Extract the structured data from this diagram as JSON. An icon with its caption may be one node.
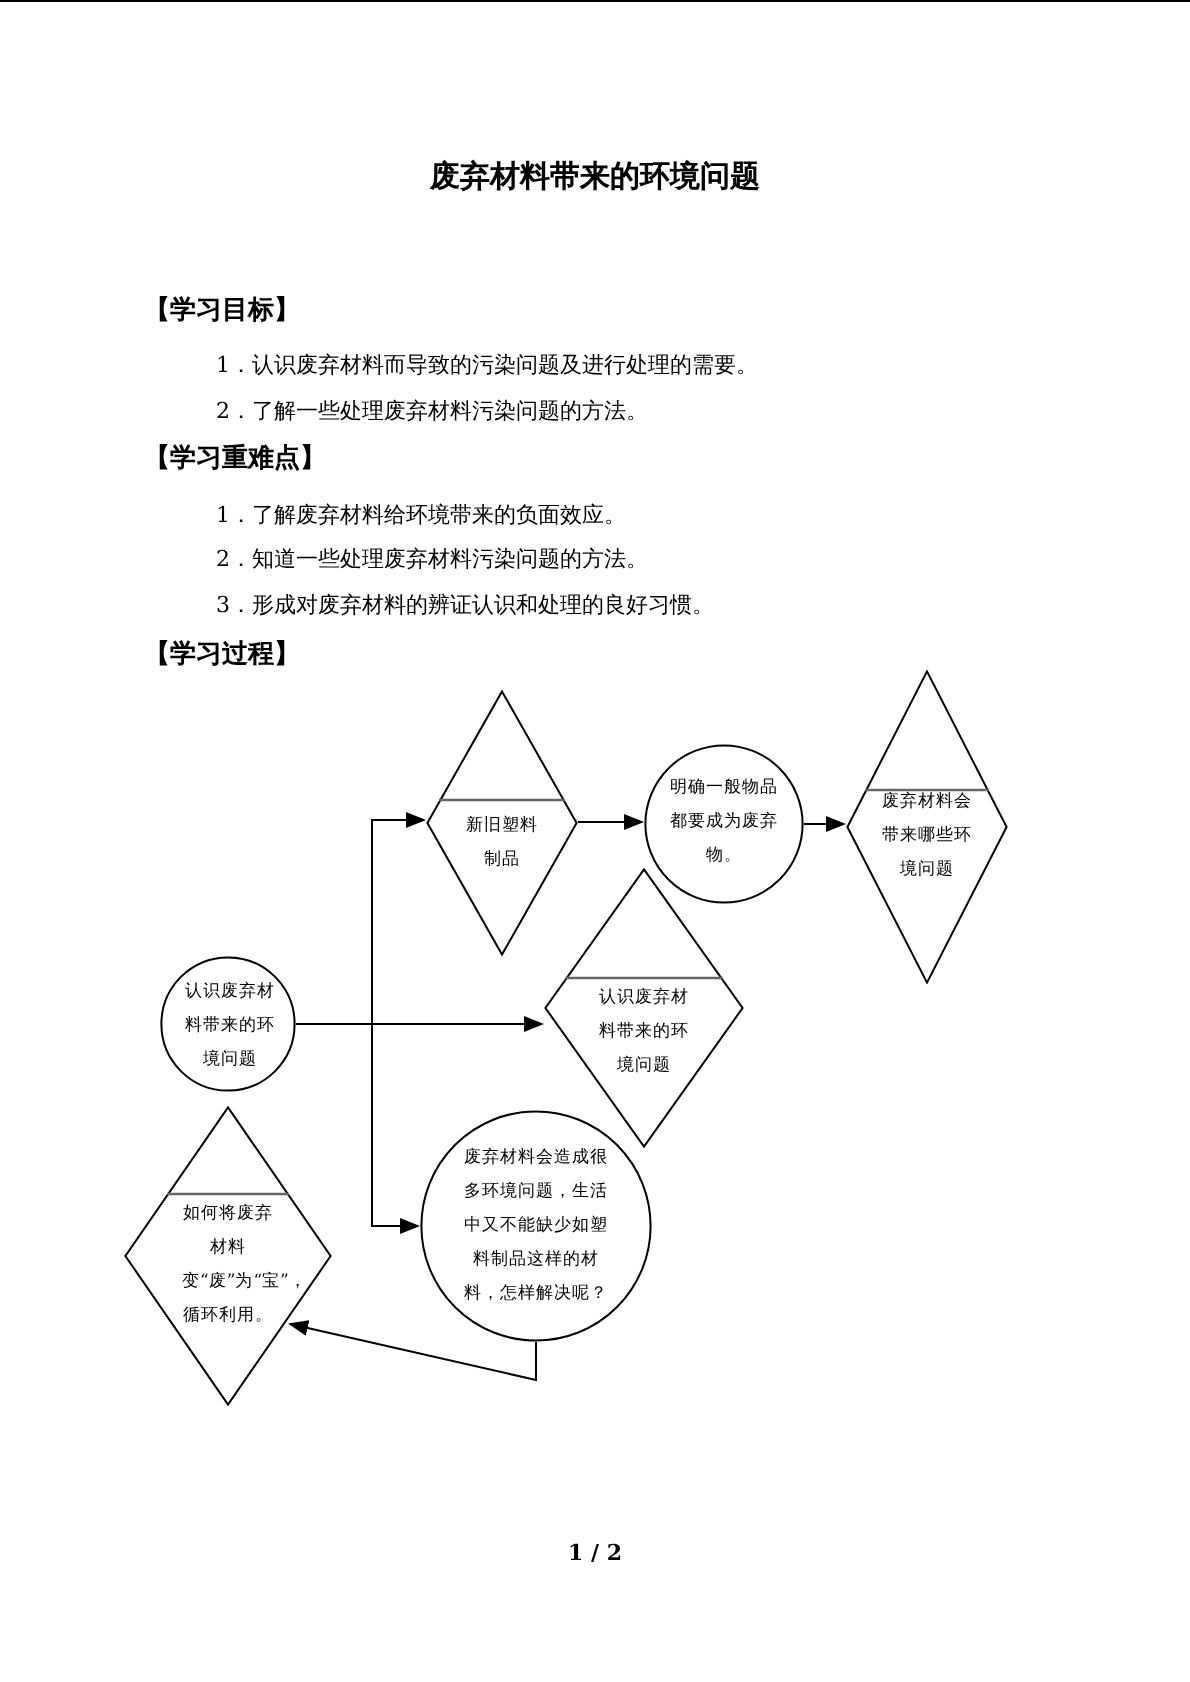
{
  "diagram": {
    "title": "废弃材料带来的环境问题",
    "nodes": [
      {
        "text": [
          "认识废弃材料带来的环境问题"
        ]
      },
      {
        "text": [
          "新旧塑料制品"
        ]
      },
      {
        "text": [
          "明确一般物品都要成为废弃物。"
        ]
      },
      {
        "text": [
          "废弃材料会带来哪些环境问题"
        ]
      },
      {
        "text": [
          "认识废弃材料带来的环境问题"
        ]
      },
      {
        "text": [
          "废弃材料会造成很多环境问题，生活中又不能缺少如塑料制品这样的材料，怎样解决呢？"
        ]
      },
      {
        "text": [
          "如何将废弃材料变“废”为“宝”，循环利用。"
        ]
      }
    ],
    "edges": [
      {
        "from": 0,
        "to": 1,
        "arrow": "to"
      },
      {
        "from": 0,
        "to": 4,
        "arrow": "to"
      },
      {
        "from": 0,
        "to": 5,
        "arrow": "to"
      },
      {
        "from": 1,
        "to": 2,
        "arrow": "to"
      },
      {
        "from": 2,
        "to": 3,
        "arrow": "to"
      },
      {
        "from": 5,
        "to": 6,
        "arrow": "to"
      }
    ],
    "labels": [
      "【学习目标】",
      "1．认识废弃材料而导致的污染问题及进行处理的需要。",
      "2．了解一些处理废弃材料污染问题的方法。",
      "【学习重难点】",
      "1．了解废弃材料给环境带来的负面效应。",
      "2．知道一些处理废弃材料污染问题的方法。",
      "3．形成对废弃材料的辨证认识和处理的良好习惯。",
      "【学习过程】",
      "1 / 2"
    ]
  }
}
